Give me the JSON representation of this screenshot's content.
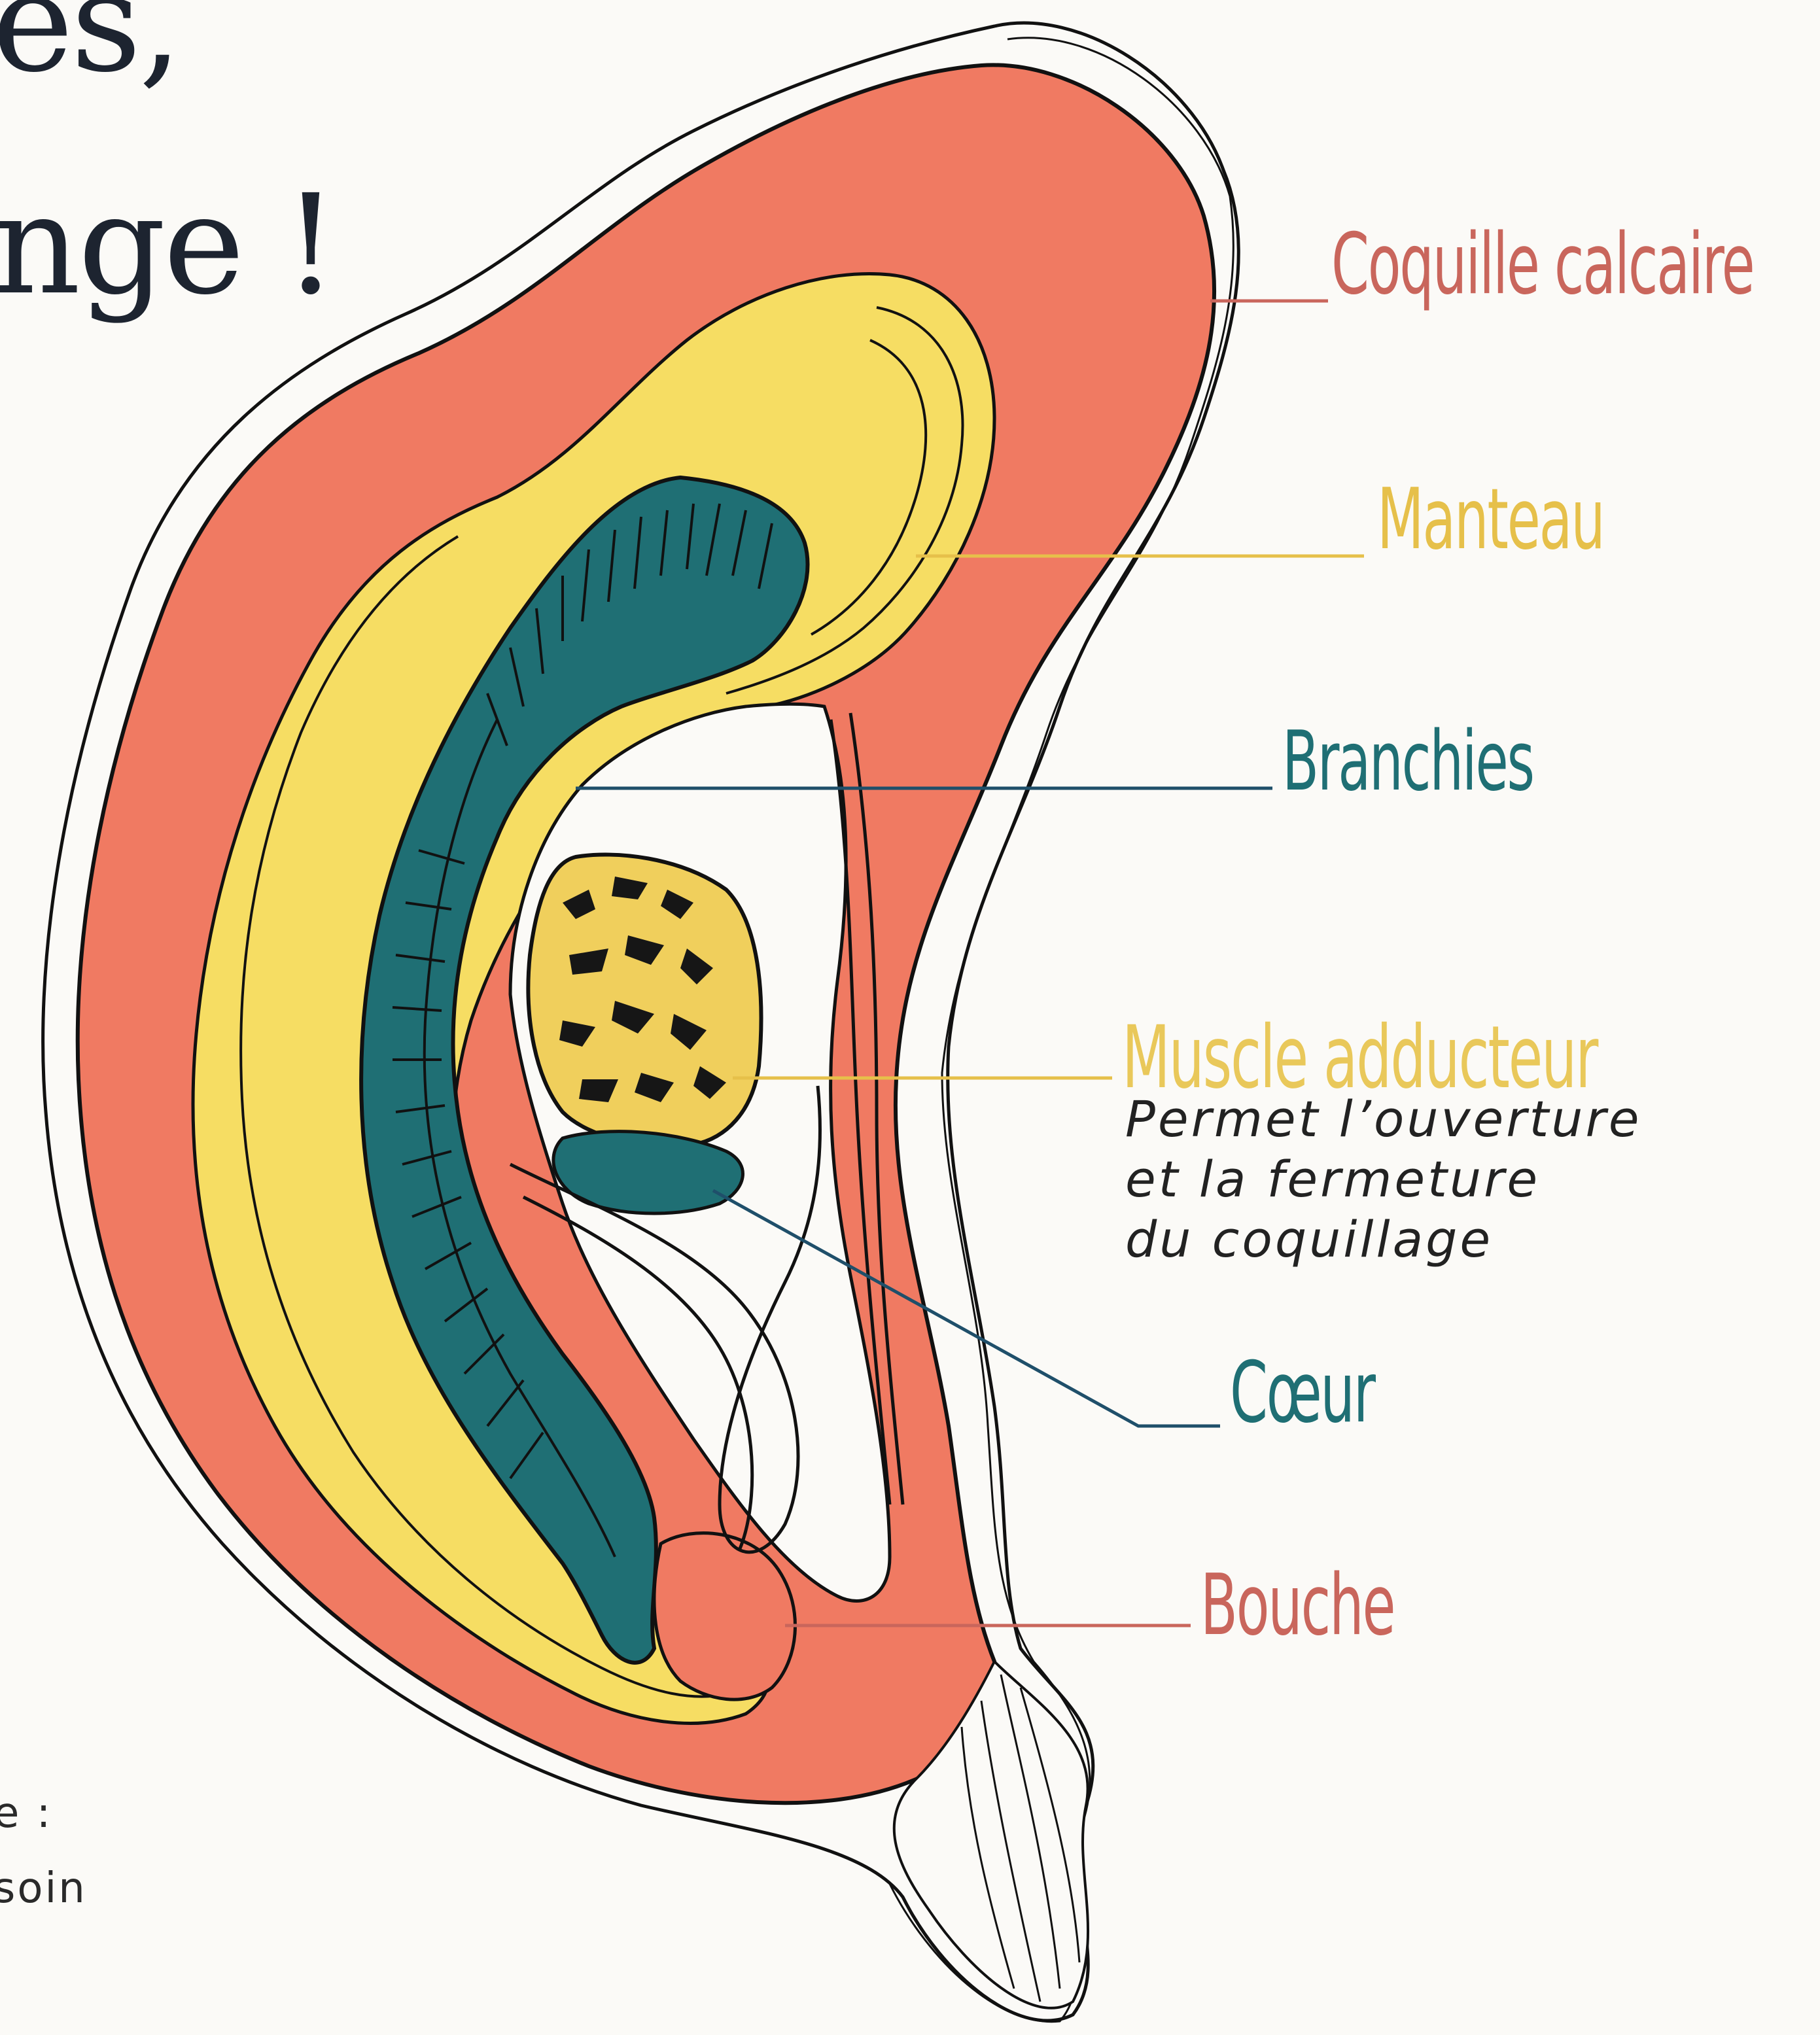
{
  "heading": {
    "fragment_line1": "es,",
    "fragment_line2": "nge !"
  },
  "side_text": {
    "line1": "e   :",
    "line2": "soin"
  },
  "labels": {
    "coquille": "Coquille calcaire",
    "manteau": "Manteau",
    "branchies": "Branchies",
    "muscle": "Muscle  adducteur",
    "coeur": "Cœur",
    "bouche": "Bouche"
  },
  "muscle_description": [
    "Permet l’ouverture",
    "et la fermeture",
    "du coquillage"
  ],
  "colors": {
    "shell": "#f07a62",
    "mantle": "#f6dd63",
    "gills": "#1f6f74",
    "muscle": "#f0cf5c",
    "background": "#fbfaf7",
    "outline": "#111111"
  }
}
